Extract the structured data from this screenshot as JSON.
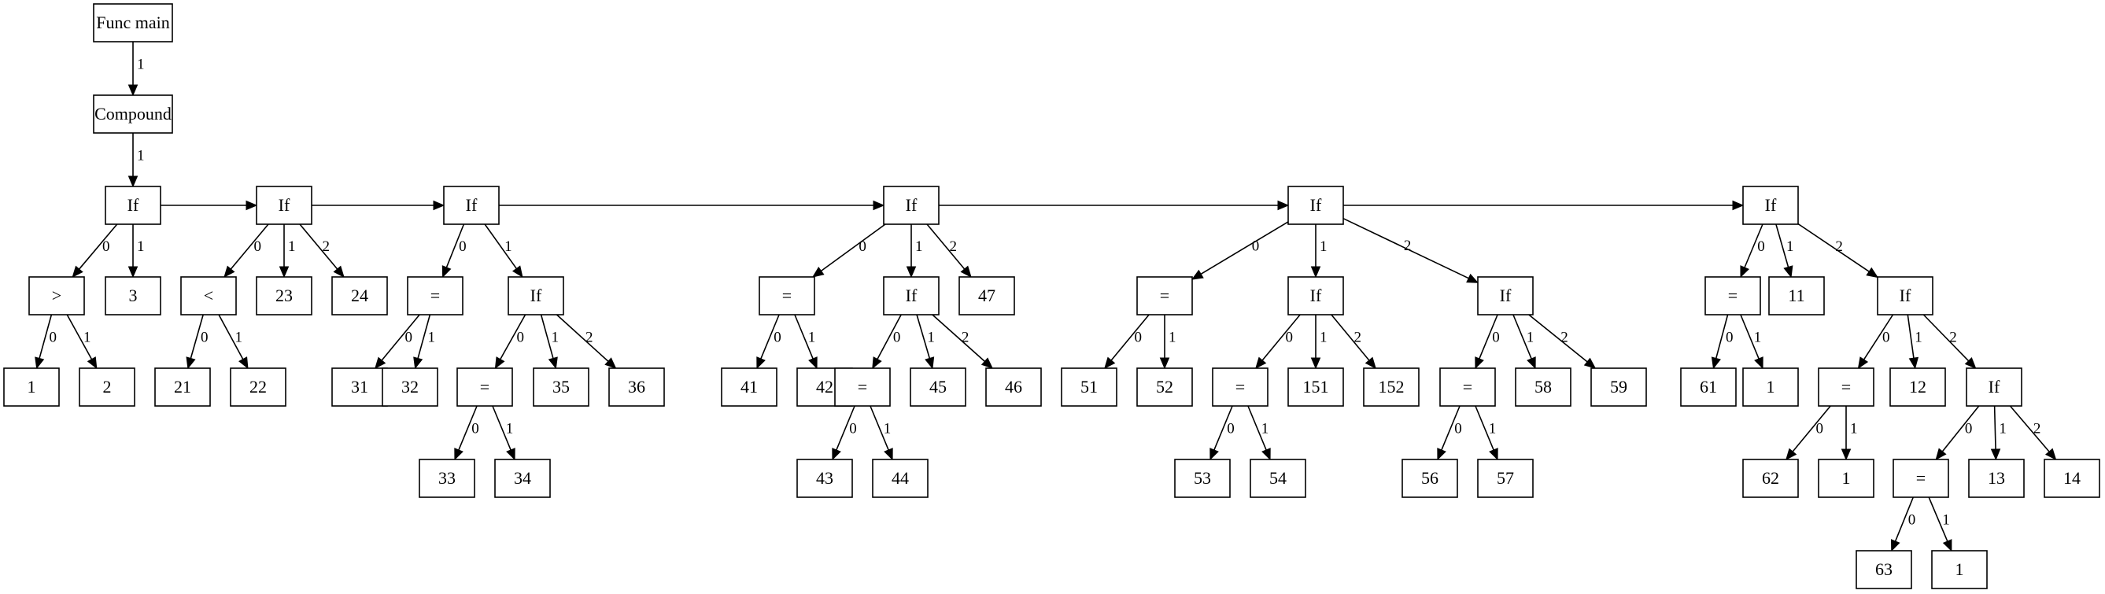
{
  "graph": {
    "nodes": [
      {
        "id": "func",
        "label": "Func main"
      },
      {
        "id": "compound",
        "label": "Compound"
      },
      {
        "id": "if1",
        "label": "If"
      },
      {
        "id": "gt",
        "label": ">"
      },
      {
        "id": "n3",
        "label": "3"
      },
      {
        "id": "n1a",
        "label": "1"
      },
      {
        "id": "n2",
        "label": "2"
      },
      {
        "id": "if2",
        "label": "If"
      },
      {
        "id": "lt",
        "label": "<"
      },
      {
        "id": "n23",
        "label": "23"
      },
      {
        "id": "n24",
        "label": "24"
      },
      {
        "id": "n21",
        "label": "21"
      },
      {
        "id": "n22",
        "label": "22"
      },
      {
        "id": "if3",
        "label": "If"
      },
      {
        "id": "eq3",
        "label": "="
      },
      {
        "id": "n31",
        "label": "31"
      },
      {
        "id": "n32",
        "label": "32"
      },
      {
        "id": "if3b",
        "label": "If"
      },
      {
        "id": "eq3b",
        "label": "="
      },
      {
        "id": "n35",
        "label": "35"
      },
      {
        "id": "n36",
        "label": "36"
      },
      {
        "id": "n33",
        "label": "33"
      },
      {
        "id": "n34",
        "label": "34"
      },
      {
        "id": "if4",
        "label": "If"
      },
      {
        "id": "eq4",
        "label": "="
      },
      {
        "id": "n41",
        "label": "41"
      },
      {
        "id": "n42",
        "label": "42"
      },
      {
        "id": "if4b",
        "label": "If"
      },
      {
        "id": "n47",
        "label": "47"
      },
      {
        "id": "eq4b",
        "label": "="
      },
      {
        "id": "n45",
        "label": "45"
      },
      {
        "id": "n46",
        "label": "46"
      },
      {
        "id": "n43",
        "label": "43"
      },
      {
        "id": "n44",
        "label": "44"
      },
      {
        "id": "if5",
        "label": "If"
      },
      {
        "id": "eq5",
        "label": "="
      },
      {
        "id": "n51",
        "label": "51"
      },
      {
        "id": "n52",
        "label": "52"
      },
      {
        "id": "if5b",
        "label": "If"
      },
      {
        "id": "eq5b",
        "label": "="
      },
      {
        "id": "n151",
        "label": "151"
      },
      {
        "id": "n152",
        "label": "152"
      },
      {
        "id": "n53",
        "label": "53"
      },
      {
        "id": "n54",
        "label": "54"
      },
      {
        "id": "if5c",
        "label": "If"
      },
      {
        "id": "eq5c",
        "label": "="
      },
      {
        "id": "n58",
        "label": "58"
      },
      {
        "id": "n59",
        "label": "59"
      },
      {
        "id": "n56",
        "label": "56"
      },
      {
        "id": "n57",
        "label": "57"
      },
      {
        "id": "if6",
        "label": "If"
      },
      {
        "id": "eq6",
        "label": "="
      },
      {
        "id": "n11",
        "label": "11"
      },
      {
        "id": "n61",
        "label": "61"
      },
      {
        "id": "n1b",
        "label": "1"
      },
      {
        "id": "if6b",
        "label": "If"
      },
      {
        "id": "eq6b",
        "label": "="
      },
      {
        "id": "n12",
        "label": "12"
      },
      {
        "id": "n62",
        "label": "62"
      },
      {
        "id": "n1c",
        "label": "1"
      },
      {
        "id": "if6c",
        "label": "If"
      },
      {
        "id": "eq6c",
        "label": "="
      },
      {
        "id": "n13",
        "label": "13"
      },
      {
        "id": "n14",
        "label": "14"
      },
      {
        "id": "n63",
        "label": "63"
      },
      {
        "id": "n1d",
        "label": "1"
      }
    ],
    "edges": [
      {
        "from": "func",
        "to": "compound",
        "label": "1"
      },
      {
        "from": "compound",
        "to": "if1",
        "label": "1"
      },
      {
        "from": "if1",
        "to": "gt",
        "label": "0"
      },
      {
        "from": "if1",
        "to": "n3",
        "label": "1"
      },
      {
        "from": "gt",
        "to": "n1a",
        "label": "0"
      },
      {
        "from": "gt",
        "to": "n2",
        "label": "1"
      },
      {
        "from": "if1",
        "to": "if2",
        "label": ""
      },
      {
        "from": "if2",
        "to": "lt",
        "label": "0"
      },
      {
        "from": "if2",
        "to": "n23",
        "label": "1"
      },
      {
        "from": "if2",
        "to": "n24",
        "label": "2"
      },
      {
        "from": "lt",
        "to": "n21",
        "label": "0"
      },
      {
        "from": "lt",
        "to": "n22",
        "label": "1"
      },
      {
        "from": "if2",
        "to": "if3",
        "label": ""
      },
      {
        "from": "if3",
        "to": "eq3",
        "label": "0"
      },
      {
        "from": "if3",
        "to": "if3b",
        "label": "1"
      },
      {
        "from": "eq3",
        "to": "n31",
        "label": "0"
      },
      {
        "from": "eq3",
        "to": "n32",
        "label": "1"
      },
      {
        "from": "if3b",
        "to": "eq3b",
        "label": "0"
      },
      {
        "from": "if3b",
        "to": "n35",
        "label": "1"
      },
      {
        "from": "if3b",
        "to": "n36",
        "label": "2"
      },
      {
        "from": "eq3b",
        "to": "n33",
        "label": "0"
      },
      {
        "from": "eq3b",
        "to": "n34",
        "label": "1"
      },
      {
        "from": "if3",
        "to": "if4",
        "label": ""
      },
      {
        "from": "if4",
        "to": "eq4",
        "label": "0"
      },
      {
        "from": "if4",
        "to": "if4b",
        "label": "1"
      },
      {
        "from": "if4",
        "to": "n47",
        "label": "2"
      },
      {
        "from": "eq4",
        "to": "n41",
        "label": "0"
      },
      {
        "from": "eq4",
        "to": "n42",
        "label": "1"
      },
      {
        "from": "if4b",
        "to": "eq4b",
        "label": "0"
      },
      {
        "from": "if4b",
        "to": "n45",
        "label": "1"
      },
      {
        "from": "if4b",
        "to": "n46",
        "label": "2"
      },
      {
        "from": "eq4b",
        "to": "n43",
        "label": "0"
      },
      {
        "from": "eq4b",
        "to": "n44",
        "label": "1"
      },
      {
        "from": "if4",
        "to": "if5",
        "label": ""
      },
      {
        "from": "if5",
        "to": "eq5",
        "label": "0"
      },
      {
        "from": "if5",
        "to": "if5b",
        "label": "1"
      },
      {
        "from": "if5",
        "to": "if5c",
        "label": "2"
      },
      {
        "from": "eq5",
        "to": "n51",
        "label": "0"
      },
      {
        "from": "eq5",
        "to": "n52",
        "label": "1"
      },
      {
        "from": "if5b",
        "to": "eq5b",
        "label": "0"
      },
      {
        "from": "if5b",
        "to": "n151",
        "label": "1"
      },
      {
        "from": "if5b",
        "to": "n152",
        "label": "2"
      },
      {
        "from": "eq5b",
        "to": "n53",
        "label": "0"
      },
      {
        "from": "eq5b",
        "to": "n54",
        "label": "1"
      },
      {
        "from": "if5c",
        "to": "eq5c",
        "label": "0"
      },
      {
        "from": "if5c",
        "to": "n58",
        "label": "1"
      },
      {
        "from": "if5c",
        "to": "n59",
        "label": "2"
      },
      {
        "from": "eq5c",
        "to": "n56",
        "label": "0"
      },
      {
        "from": "eq5c",
        "to": "n57",
        "label": "1"
      },
      {
        "from": "if5",
        "to": "if6",
        "label": ""
      },
      {
        "from": "if6",
        "to": "eq6",
        "label": "0"
      },
      {
        "from": "if6",
        "to": "n11",
        "label": "1"
      },
      {
        "from": "if6",
        "to": "if6b",
        "label": "2"
      },
      {
        "from": "eq6",
        "to": "n61",
        "label": "0"
      },
      {
        "from": "eq6",
        "to": "n1b",
        "label": "1"
      },
      {
        "from": "if6b",
        "to": "eq6b",
        "label": "0"
      },
      {
        "from": "if6b",
        "to": "n12",
        "label": "1"
      },
      {
        "from": "if6b",
        "to": "if6c",
        "label": "2"
      },
      {
        "from": "eq6b",
        "to": "n62",
        "label": "0"
      },
      {
        "from": "eq6b",
        "to": "n1c",
        "label": "1"
      },
      {
        "from": "if6c",
        "to": "eq6c",
        "label": "0"
      },
      {
        "from": "if6c",
        "to": "n13",
        "label": "1"
      },
      {
        "from": "if6c",
        "to": "n14",
        "label": "2"
      },
      {
        "from": "eq6c",
        "to": "n63",
        "label": "0"
      },
      {
        "from": "eq6c",
        "to": "n1d",
        "label": "1"
      }
    ]
  }
}
